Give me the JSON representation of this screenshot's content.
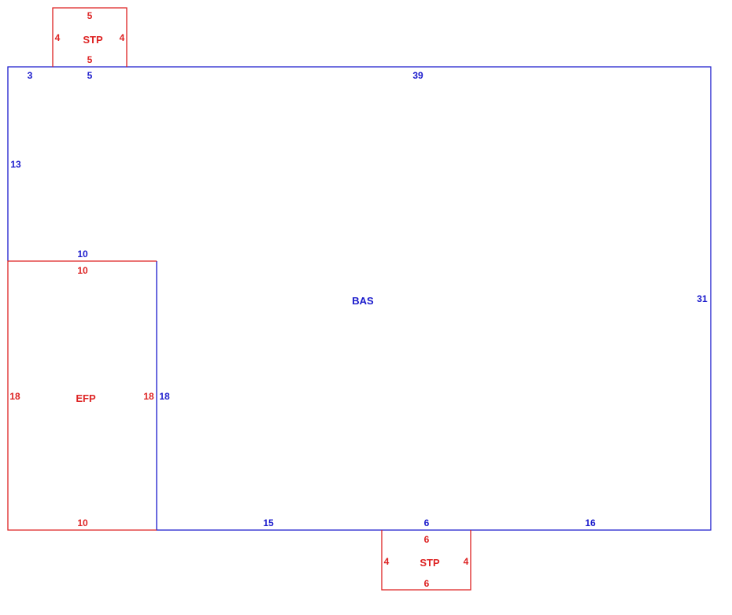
{
  "colors": {
    "main": "#1a1acc",
    "addon": "#dd2222"
  },
  "areas": {
    "bas": {
      "code": "BAS",
      "dims": {
        "top_left": "3",
        "top_mid": "5",
        "top": "39",
        "left": "13",
        "right": "31",
        "bottom_left": "15",
        "bottom_mid": "6",
        "bottom_right": "16",
        "efp_top": "10",
        "efp_side": "18"
      }
    },
    "efp": {
      "code": "EFP",
      "dims": {
        "top": "10",
        "bottom": "10",
        "left": "18",
        "right": "18"
      }
    },
    "stp_top": {
      "code": "STP",
      "dims": {
        "top": "5",
        "bottom": "5",
        "left": "4",
        "right": "4"
      }
    },
    "stp_bottom": {
      "code": "STP",
      "dims": {
        "top": "6",
        "bottom": "6",
        "left": "4",
        "right": "4"
      }
    }
  }
}
